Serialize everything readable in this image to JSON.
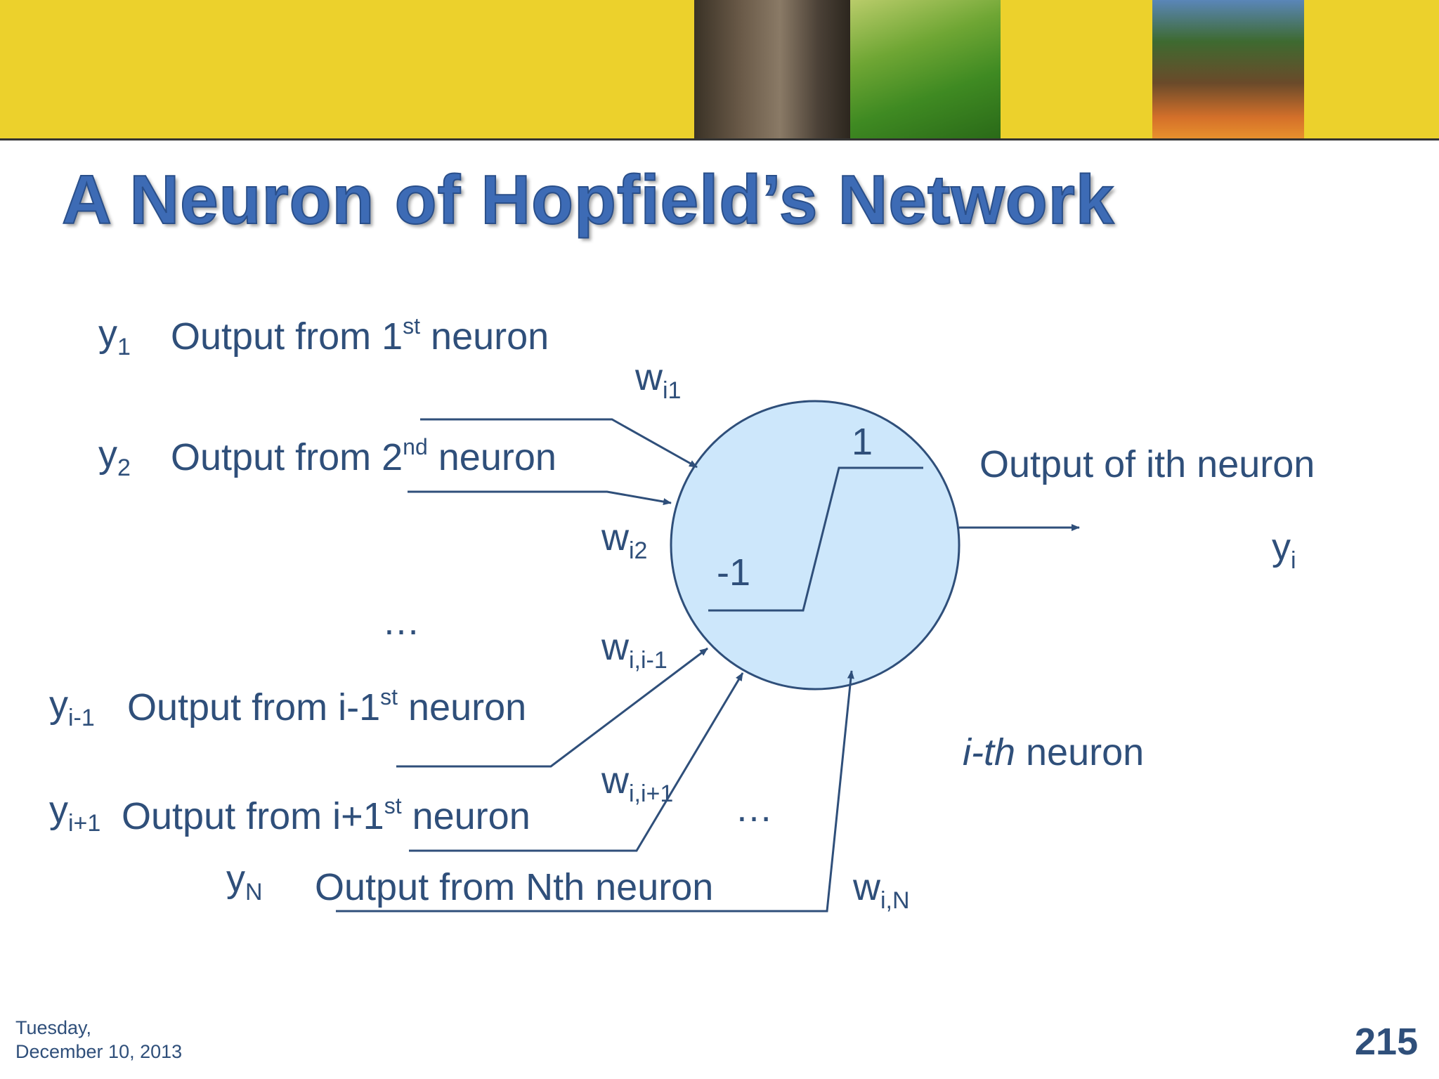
{
  "title": "A Neuron of Hopfield’s Network",
  "inputs": [
    {
      "var": "y",
      "var_sub": "1",
      "pre": "Output from 1",
      "sup": "st",
      "post": " neuron"
    },
    {
      "var": "y",
      "var_sub": "2",
      "pre": "Output from 2",
      "sup": "nd",
      "post": " neuron"
    },
    {
      "var": "y",
      "var_sub": "i-1",
      "pre": "Output from i-1",
      "sup": "st",
      "post": " neuron"
    },
    {
      "var": "y",
      "var_sub": "i+1",
      "pre": "Output from i+1",
      "sup": "st",
      "post": " neuron"
    },
    {
      "var": "y",
      "var_sub": "N",
      "pre": "Output from Nth neuron",
      "sup": "",
      "post": ""
    }
  ],
  "weights": [
    {
      "var": "w",
      "sub": "i1"
    },
    {
      "var": "w",
      "sub": "i2"
    },
    {
      "var": "w",
      "sub": "i,i-1"
    },
    {
      "var": "w",
      "sub": "i,i+1"
    },
    {
      "var": "w",
      "sub": "i,N"
    }
  ],
  "ellipsis": [
    "…",
    "…"
  ],
  "activation": {
    "high": "1",
    "low": "-1"
  },
  "output": {
    "label": "Output of ith neuron",
    "var": "y",
    "var_sub": "i"
  },
  "neuron_label": {
    "italic": "i-th",
    "rest": " neuron"
  },
  "footer": {
    "date_line1": "Tuesday,",
    "date_line2": "December 10, 2013",
    "page": "215"
  },
  "colors": {
    "header": "#ecd12c",
    "title": "#3d6bb5",
    "text": "#2f4f7a",
    "neuron_fill": "#cde7fb",
    "line": "#2f4f7a"
  }
}
